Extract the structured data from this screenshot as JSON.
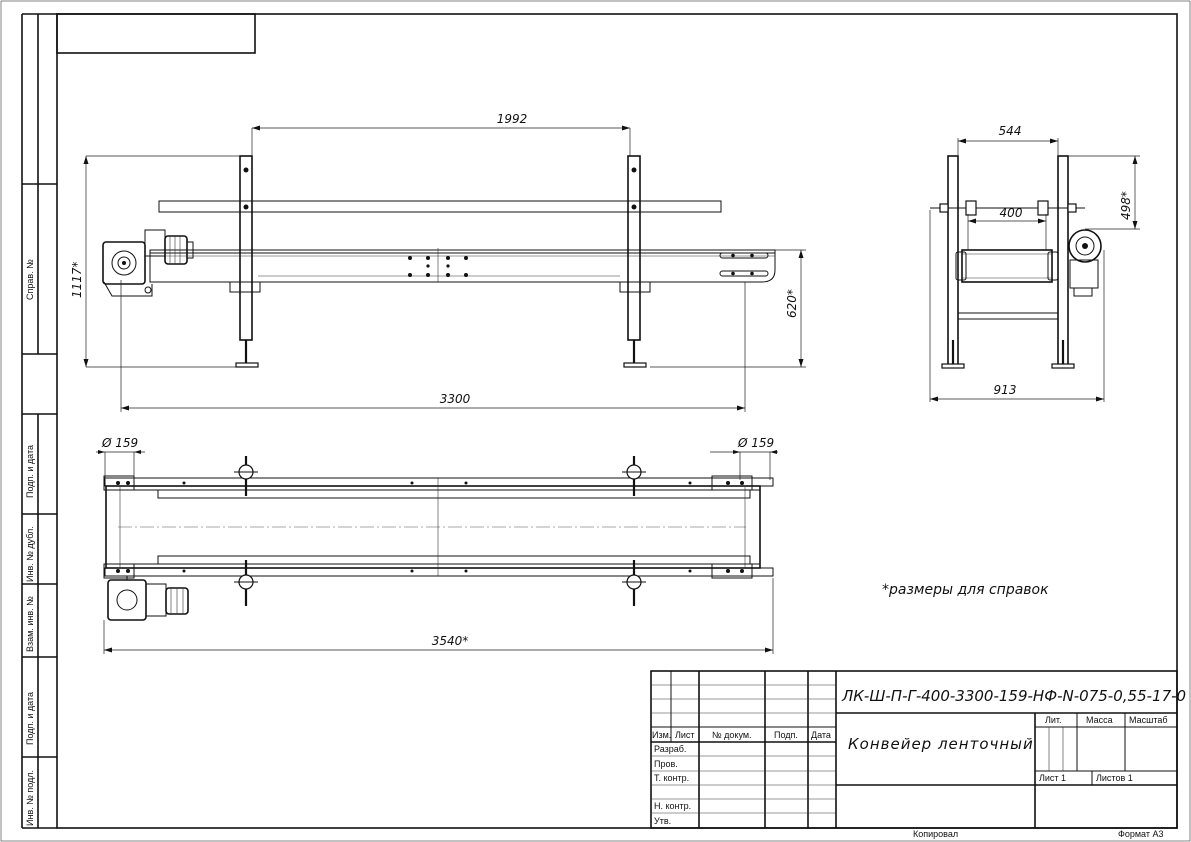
{
  "dimensions": {
    "d1992": "1992",
    "d1117": "1117*",
    "d620": "620*",
    "d3300": "3300",
    "d544": "544",
    "d400": "400",
    "d498": "498*",
    "d913": "913",
    "phi_left": "Ø 159",
    "phi_right": "Ø 159",
    "d3540": "3540*"
  },
  "note": "*размеры для справок",
  "side_labels": {
    "sprav": "Справ. №",
    "podp1": "Подп. и дата",
    "inv_dubl": "Инв. № дубл.",
    "vzam": "Взам. инв. №",
    "podp2": "Подп. и дата",
    "inv_podl": "Инв. № подл."
  },
  "title_block": {
    "code": "ЛК-Ш-П-Г-400-3300-159-НФ-N-075-0,55-17-0",
    "name": "Конвейер ленточный",
    "headers": {
      "izm": "Изм.",
      "list": "Лист",
      "ndoc": "№ докум.",
      "podp": "Подп.",
      "data": "Дата"
    },
    "rows": {
      "razrab": "Разраб.",
      "prov": "Пров.",
      "tkontr": "Т. контр.",
      "nkontr": "Н. контр.",
      "utv": "Утв."
    },
    "lit": "Лит.",
    "massa": "Масса",
    "masshtab": "Масштаб",
    "sheet": "Лист 1",
    "sheets": "Листов 1",
    "copied": "Копировал",
    "format": "Формат А3"
  }
}
